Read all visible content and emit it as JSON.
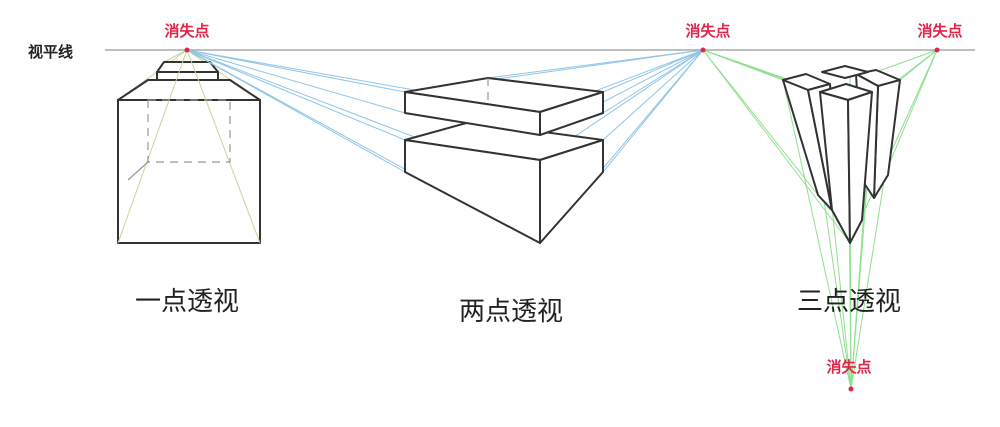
{
  "horizon": {
    "label": "视平线"
  },
  "vanishing_points": {
    "one_point": "消失点",
    "two_point_left": "消失点",
    "right_top": "消失点",
    "bottom": "消失点"
  },
  "captions": {
    "one_point": "一点透视",
    "two_point": "两点透视",
    "three_point": "三点透视"
  },
  "colors": {
    "accent_red": "#e0264a",
    "horizon_line": "#999999",
    "ray_yellow": "#c9d59a",
    "ray_blue": "#8fc5e8",
    "ray_green": "#8fe08f",
    "edge": "#333333"
  }
}
